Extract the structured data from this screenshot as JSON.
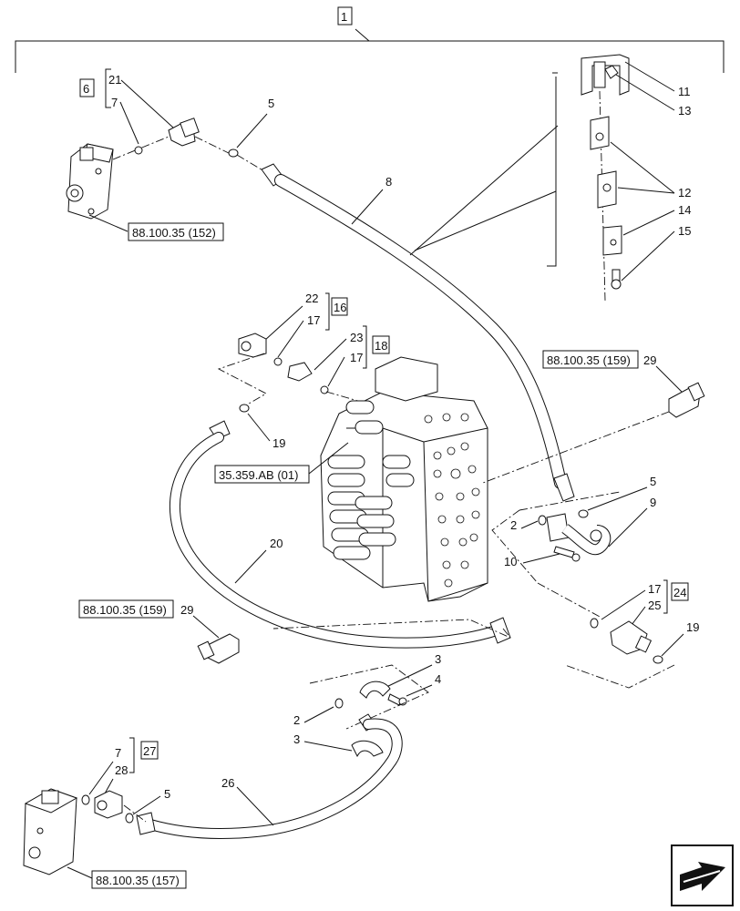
{
  "diagram": {
    "assembly_number": "1",
    "callouts": {
      "c21": "21",
      "c7a": "7",
      "c5a": "5",
      "c8": "8",
      "c11": "11",
      "c13": "13",
      "c12": "12",
      "c14": "14",
      "c15": "15",
      "c22": "22",
      "c17a": "17",
      "c23": "23",
      "c17b": "17",
      "c19a": "19",
      "c29a": "29",
      "c5b": "5",
      "c9": "9",
      "c2a": "2",
      "c10": "10",
      "c20": "20",
      "c29b": "29",
      "c17c": "17",
      "c25": "25",
      "c19b": "19",
      "c3a": "3",
      "c4": "4",
      "c2b": "2",
      "c3b": "3",
      "c7b": "7",
      "c28": "28",
      "c5c": "5",
      "c26": "26"
    },
    "kits": {
      "k6": "6",
      "k16": "16",
      "k18": "18",
      "k24": "24",
      "k27": "27"
    },
    "references": {
      "r152": "88.100.35 (152)",
      "r159a": "88.100.35 (159)",
      "r359": "35.359.AB (01)",
      "r159b": "88.100.35 (159)",
      "r157": "88.100.35 (157)"
    },
    "nav_icon": "next-page-arrow-icon"
  }
}
